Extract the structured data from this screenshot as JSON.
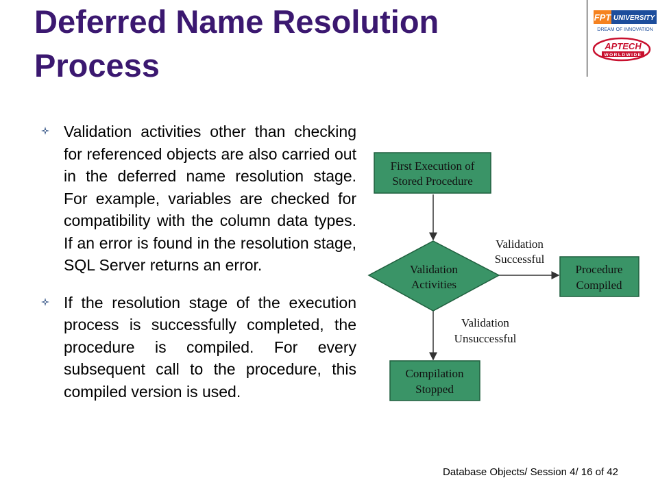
{
  "slide": {
    "title": "Deferred Name Resolution Process",
    "footer": "Database Objects/ Session 4/ 16 of 42"
  },
  "logos": {
    "fpt": {
      "mark": "FPT",
      "name": "UNIVERSITY",
      "tagline": "DREAM OF INNOVATION"
    },
    "aptech": {
      "name": "APTECH",
      "sub": "WORLDWIDE"
    }
  },
  "bullets": [
    {
      "icon": "four-point-star-icon",
      "text": "Validation activities other than checking for referenced objects are also carried out in the deferred name resolution stage. For example, variables are checked for compatibility with the column data types. If an error is found in the resolution stage, SQL Server returns an error."
    },
    {
      "icon": "four-point-star-icon",
      "text": "If the resolution stage of the execution process is successfully completed, the procedure is compiled. For every subsequent call to the procedure, this compiled version is used."
    }
  ],
  "diagram": {
    "node_fill": "#3a9467",
    "node_stroke": "#1f5f3e",
    "nodes": {
      "start": [
        "First Execution of",
        "Stored Procedure"
      ],
      "decision": [
        "Validation",
        "Activities"
      ],
      "success": [
        "Procedure",
        "Compiled"
      ],
      "failure": [
        "Compilation",
        "Stopped"
      ]
    },
    "edges": {
      "success_label": [
        "Validation",
        "Successful"
      ],
      "failure_label": [
        "Validation",
        "Unsuccessful"
      ]
    }
  },
  "colors": {
    "title": "#3b1870",
    "bullet_icon": "#3b5a8a"
  }
}
